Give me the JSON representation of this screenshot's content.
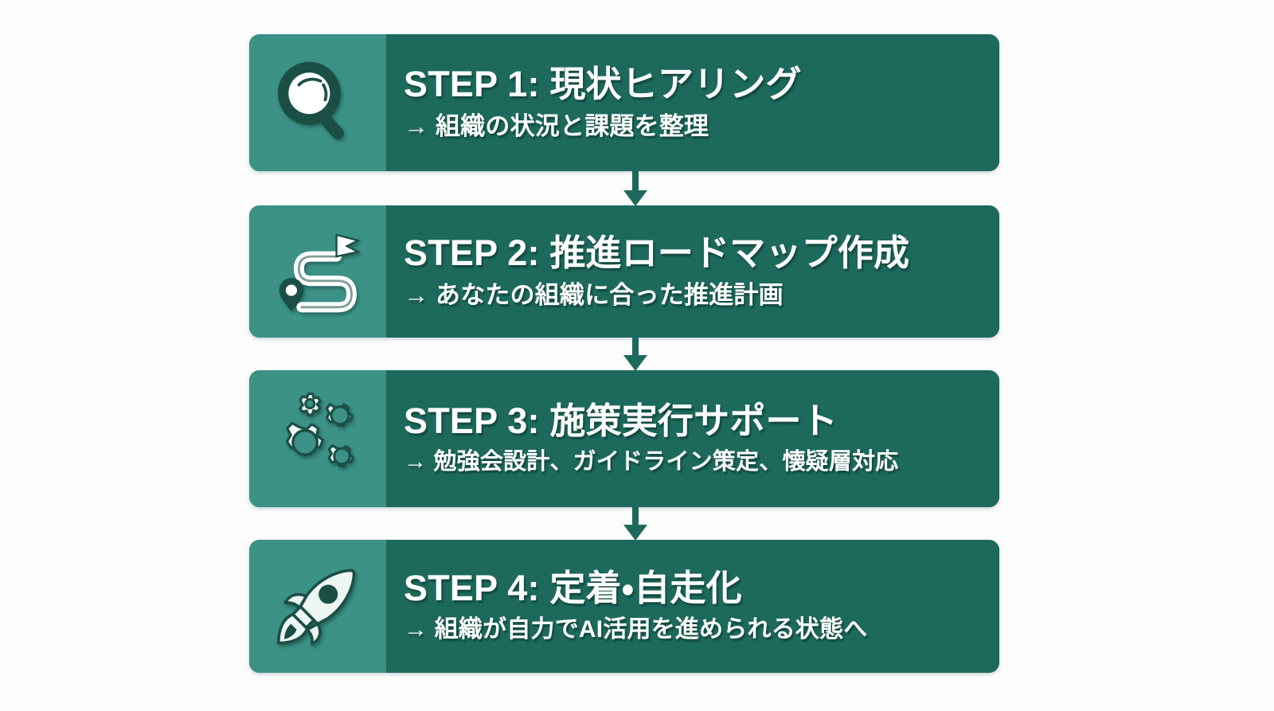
{
  "page": {
    "background_color": "#fcfcfd",
    "title": "STEP フロー図"
  },
  "theme": {
    "icon_panel_color": "#3c9287",
    "card_body_color": "#1d6a5d",
    "text_color": "#ffffff",
    "connector_color": "#1d6a5d",
    "icon_fill": "#f2f7f5",
    "icon_outline": "#1b4f46"
  },
  "steps": [
    {
      "title": "STEP 1: 現状ヒアリング",
      "subtitle": "→ 組織の状況と課題を整理",
      "icon": "magnifier-icon"
    },
    {
      "title": "STEP 2: 推進ロードマップ作成",
      "subtitle": "→ あなたの組織に合った推進計画",
      "icon": "roadmap-flag-icon"
    },
    {
      "title": "STEP 3: 施策実行サポート",
      "subtitle": "→ 勉強会設計、ガイドライン策定、懐疑層対応",
      "icon": "gears-icon"
    },
    {
      "title": "STEP 4: 定着・自走化",
      "subtitle": "→ 組織が自力でAI活用を進められる状態へ",
      "icon": "rocket-icon"
    }
  ],
  "connectors": [
    {
      "direction": "down"
    },
    {
      "direction": "down"
    },
    {
      "direction": "down"
    }
  ]
}
